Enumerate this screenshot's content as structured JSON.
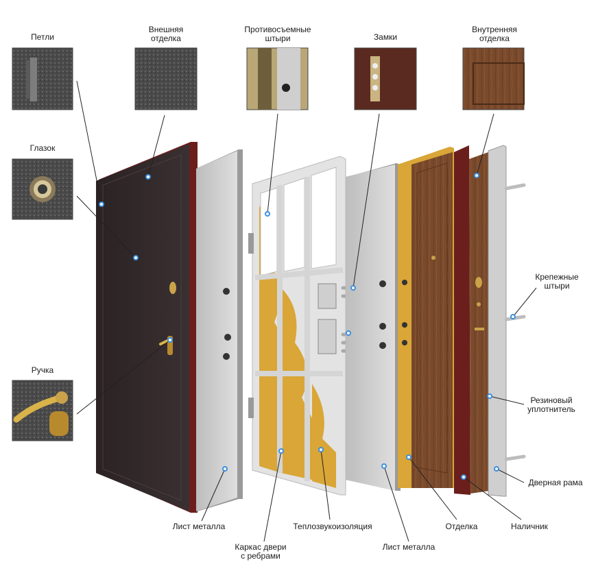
{
  "labels": {
    "hinges": "Петли",
    "outer_finish": [
      "Внешняя",
      "отделка"
    ],
    "anti_removal_pins": [
      "Противосъемные",
      "штыри"
    ],
    "locks": "Замки",
    "inner_finish": [
      "Внутренняя",
      "отделка"
    ],
    "peephole": "Глазок",
    "handle": "Ручка",
    "mounting_pins": [
      "Крепежные",
      "штыри"
    ],
    "rubber_seal": [
      "Резиновый",
      "уплотнитель"
    ],
    "door_frame": "Дверная рама",
    "metal_sheet_1": "Лист металла",
    "door_frame_ribs": [
      "Каркас двери",
      "с ребрами"
    ],
    "insulation": "Теплозвукоизоляция",
    "metal_sheet_2": "Лист металла",
    "finish": "Отделка",
    "casing": "Наличник"
  },
  "colors": {
    "door_dark": "#2e2426",
    "door_edge": "#6b1f1c",
    "sheet_grey": "#c9c9c9",
    "frame_light": "#e3e3e3",
    "insulation": "#d9a637",
    "wood": "#7a4a2c",
    "marker": "#3a8fe0"
  },
  "icons": [
    "hinge-thumb",
    "outer-finish-thumb",
    "pins-thumb",
    "locks-thumb",
    "inner-finish-thumb",
    "peephole-thumb",
    "handle-thumb"
  ]
}
